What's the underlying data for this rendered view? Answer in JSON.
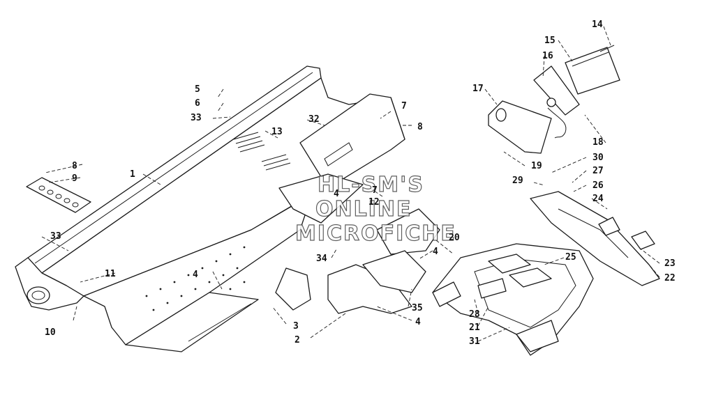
{
  "watermark": {
    "line1": "HL-SM'S",
    "line2": "ONLINE",
    "line3": "MICROFICHE"
  },
  "callouts": [
    {
      "id": "c1",
      "label": "1"
    },
    {
      "id": "c2",
      "label": "2"
    },
    {
      "id": "c3",
      "label": "3"
    },
    {
      "id": "c4a",
      "label": "4"
    },
    {
      "id": "c4b",
      "label": "4"
    },
    {
      "id": "c4c",
      "label": "4"
    },
    {
      "id": "c4d",
      "label": "4"
    },
    {
      "id": "c5",
      "label": "5"
    },
    {
      "id": "c6",
      "label": "6"
    },
    {
      "id": "c7a",
      "label": "7"
    },
    {
      "id": "c7b",
      "label": "7"
    },
    {
      "id": "c8a",
      "label": "8"
    },
    {
      "id": "c8b",
      "label": "8"
    },
    {
      "id": "c9",
      "label": "9"
    },
    {
      "id": "c10",
      "label": "10"
    },
    {
      "id": "c11",
      "label": "11"
    },
    {
      "id": "c12",
      "label": "12"
    },
    {
      "id": "c13",
      "label": "13"
    },
    {
      "id": "c14",
      "label": "14"
    },
    {
      "id": "c15",
      "label": "15"
    },
    {
      "id": "c16",
      "label": "16"
    },
    {
      "id": "c17",
      "label": "17"
    },
    {
      "id": "c18",
      "label": "18"
    },
    {
      "id": "c19",
      "label": "19"
    },
    {
      "id": "c20",
      "label": "20"
    },
    {
      "id": "c21",
      "label": "21"
    },
    {
      "id": "c22",
      "label": "22"
    },
    {
      "id": "c23",
      "label": "23"
    },
    {
      "id": "c24",
      "label": "24"
    },
    {
      "id": "c25",
      "label": "25"
    },
    {
      "id": "c26",
      "label": "26"
    },
    {
      "id": "c27",
      "label": "27"
    },
    {
      "id": "c28",
      "label": "28"
    },
    {
      "id": "c29",
      "label": "29"
    },
    {
      "id": "c30",
      "label": "30"
    },
    {
      "id": "c31",
      "label": "31"
    },
    {
      "id": "c32",
      "label": "32"
    },
    {
      "id": "c33a",
      "label": "33"
    },
    {
      "id": "c33b",
      "label": "33"
    },
    {
      "id": "c34",
      "label": "34"
    },
    {
      "id": "c35",
      "label": "35"
    }
  ]
}
